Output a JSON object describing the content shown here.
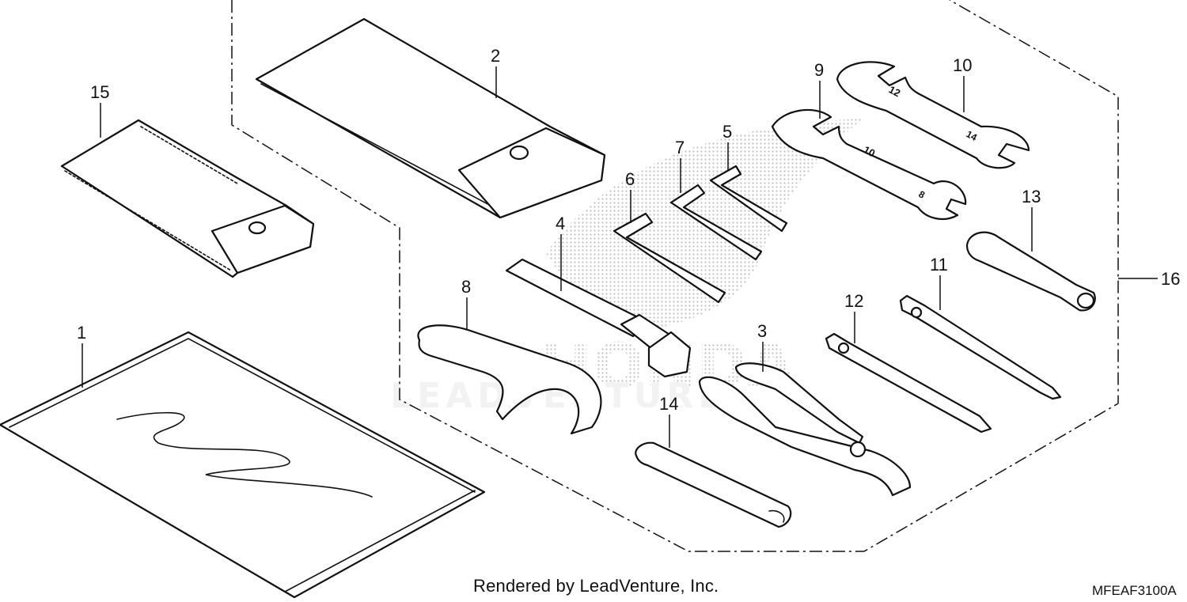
{
  "callouts": {
    "c1": "1",
    "c2": "2",
    "c3": "3",
    "c4": "4",
    "c5": "5",
    "c6": "6",
    "c7": "7",
    "c8": "8",
    "c9": "9",
    "c10": "10",
    "c11": "11",
    "c12": "12",
    "c13": "13",
    "c14": "14",
    "c15": "15",
    "c16": "16"
  },
  "wrench_marks": {
    "w9_mid": "10",
    "w9_end": "8",
    "w10_mid": "12",
    "w10_end": "14"
  },
  "watermark": {
    "brand": "HONDA",
    "text": "LEADVENTURE"
  },
  "footer": {
    "credit": "Rendered by LeadVenture, Inc.",
    "code": "MFEAF3100A"
  }
}
